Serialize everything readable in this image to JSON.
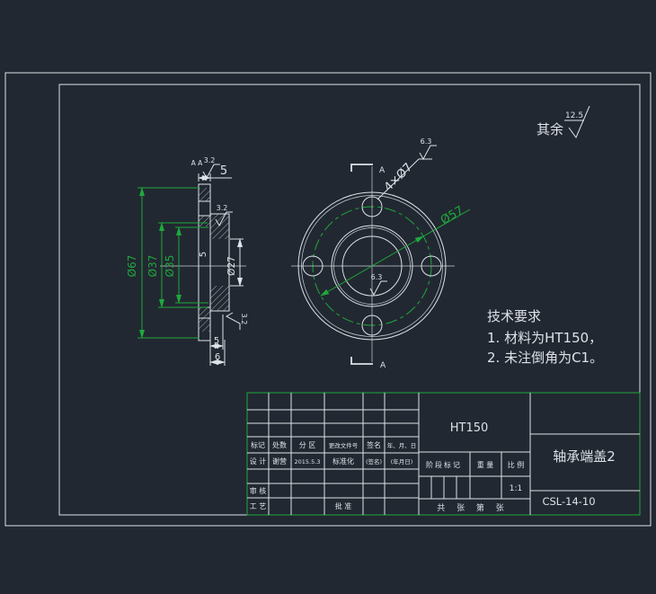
{
  "colors": {
    "background": "#222831",
    "line": "#dde2e8",
    "green": "#1ea83c"
  },
  "general_note": {
    "label": "其余",
    "value": "12.5"
  },
  "section_view": {
    "view_label": "A A",
    "rough_top": "3.2",
    "rough_boss": "3.2",
    "rough_side": "3.2",
    "dia_outer": "Ø67",
    "dia_step": "Ø37",
    "dia_boss": "Ø35",
    "dia_bore": "Ø27",
    "thk_top": "5",
    "thk_inner": "5",
    "thk_bottom_a": "5",
    "thk_bottom_b": "6"
  },
  "front_view": {
    "holes_note": "4×Ø7",
    "holes_rough": "6.3",
    "bolt_circle_dia": "Ø57",
    "bore_rough": "6.3",
    "section_label_top": "A",
    "section_label_bottom": "A"
  },
  "tech_requirements": {
    "title": "技术要求",
    "item1": "1. 材料为HT150，",
    "item2": "2. 未注倒角为C1。"
  },
  "title_block": {
    "material": "HT150",
    "part_name": "轴承端盖2",
    "drawing_no": "CSL-14-10",
    "scale_value": "1:1",
    "h_mark": "标记",
    "h_count": "处数",
    "h_zone": "分 区",
    "h_change": "更改文件号",
    "h_sign": "签名",
    "h_date": "年、月、日",
    "r_design": "设 计",
    "r_designer": "谢营",
    "r_date": "2015.5.3",
    "r_std": "标准化",
    "r_sign_ph": "(签名)",
    "r_date_ph": "(年月日)",
    "r_check": "审 核",
    "r_process": "工 艺",
    "r_approve": "批 准",
    "stage_mark": "阶段标记",
    "weight": "重 量",
    "scale_label": "比 例",
    "sheet_info": "共 张 第 张"
  }
}
